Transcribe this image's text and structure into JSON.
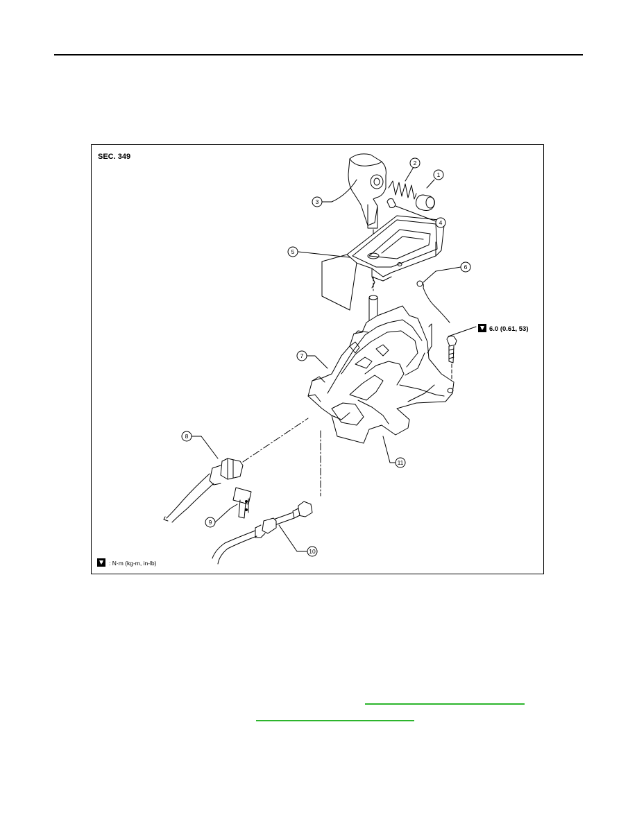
{
  "figure": {
    "section_label": "SEC. 349",
    "torque_spec": "6.0 (0.61, 53)",
    "units_legend": ": N·m (kg-m, in-lb)",
    "callouts": [
      "1",
      "2",
      "3",
      "4",
      "5",
      "6",
      "7",
      "8",
      "9",
      "10",
      "11"
    ]
  },
  "colors": {
    "link": "#2db52d",
    "line": "#000000"
  }
}
